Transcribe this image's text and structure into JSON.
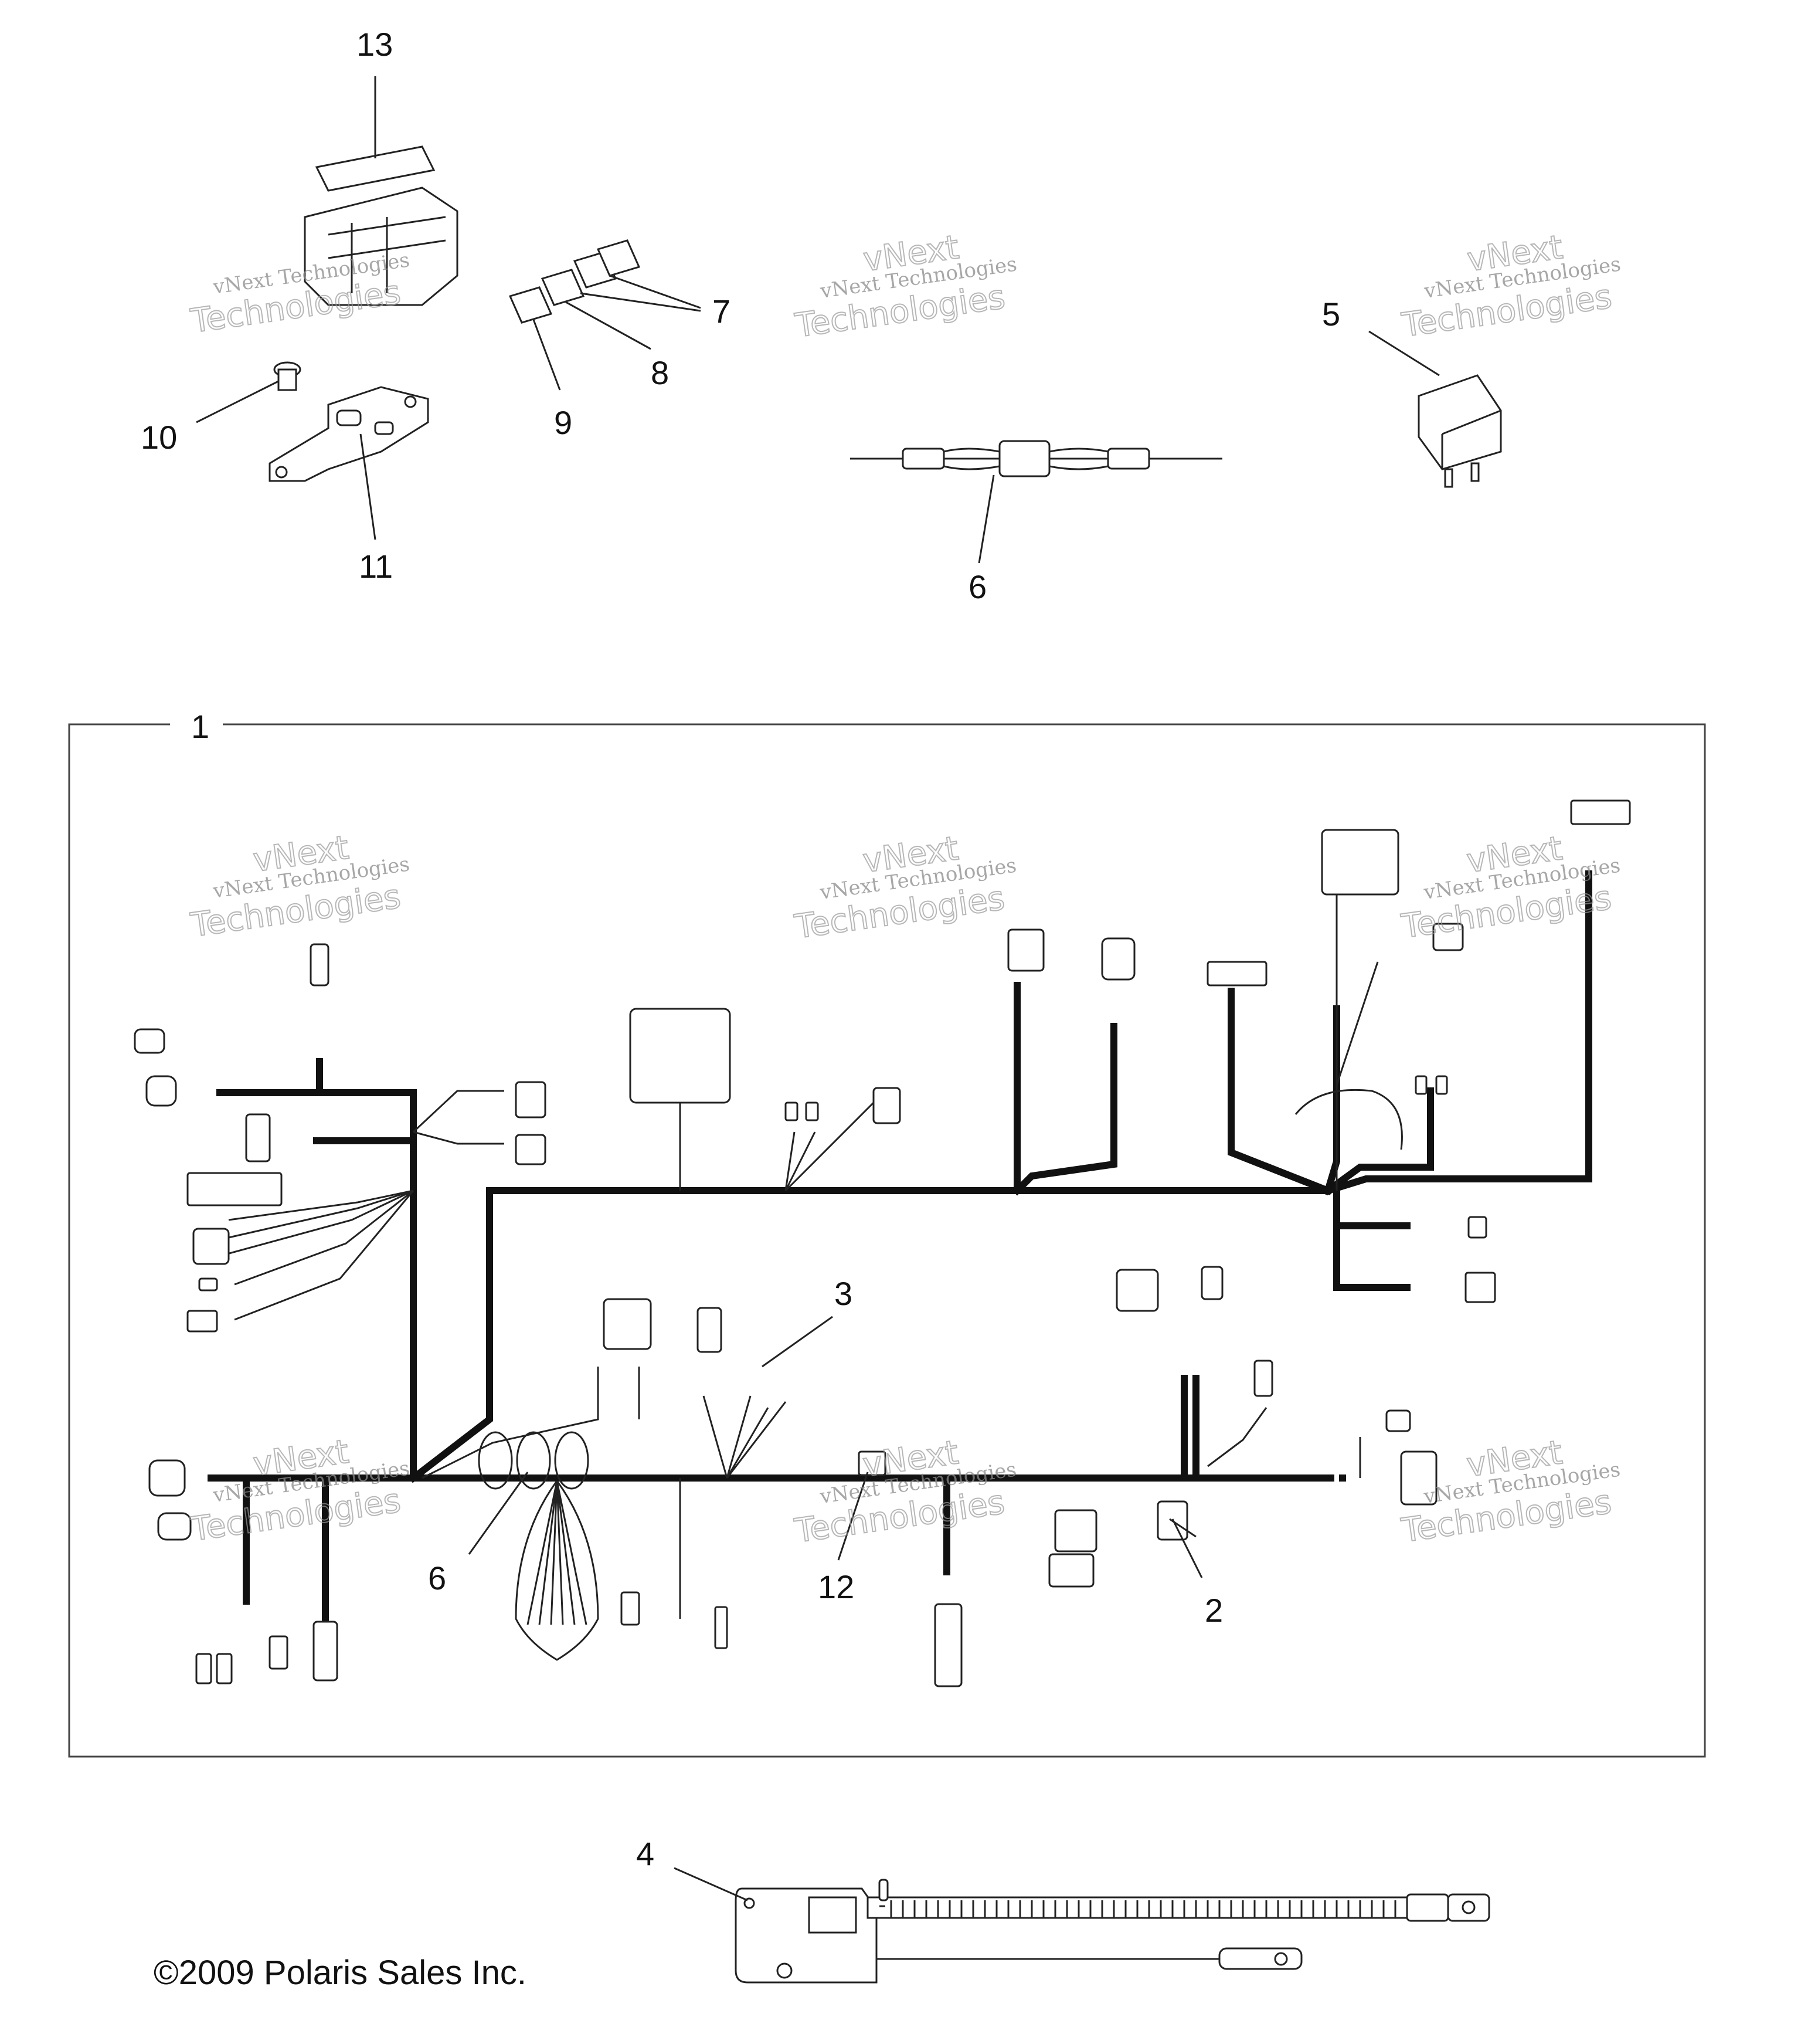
{
  "callouts": {
    "c13": "13",
    "c7": "7",
    "c8": "8",
    "c9": "9",
    "c10": "10",
    "c11": "11",
    "c6a": "6",
    "c5": "5",
    "c1": "1",
    "c3": "3",
    "c6b": "6",
    "c12": "12",
    "c2": "2",
    "c4": "4"
  },
  "watermark": {
    "line1": "vNext Technologies",
    "line2": "Technologies",
    "line0": "vNext"
  },
  "copyright": "©2009 Polaris Sales Inc."
}
